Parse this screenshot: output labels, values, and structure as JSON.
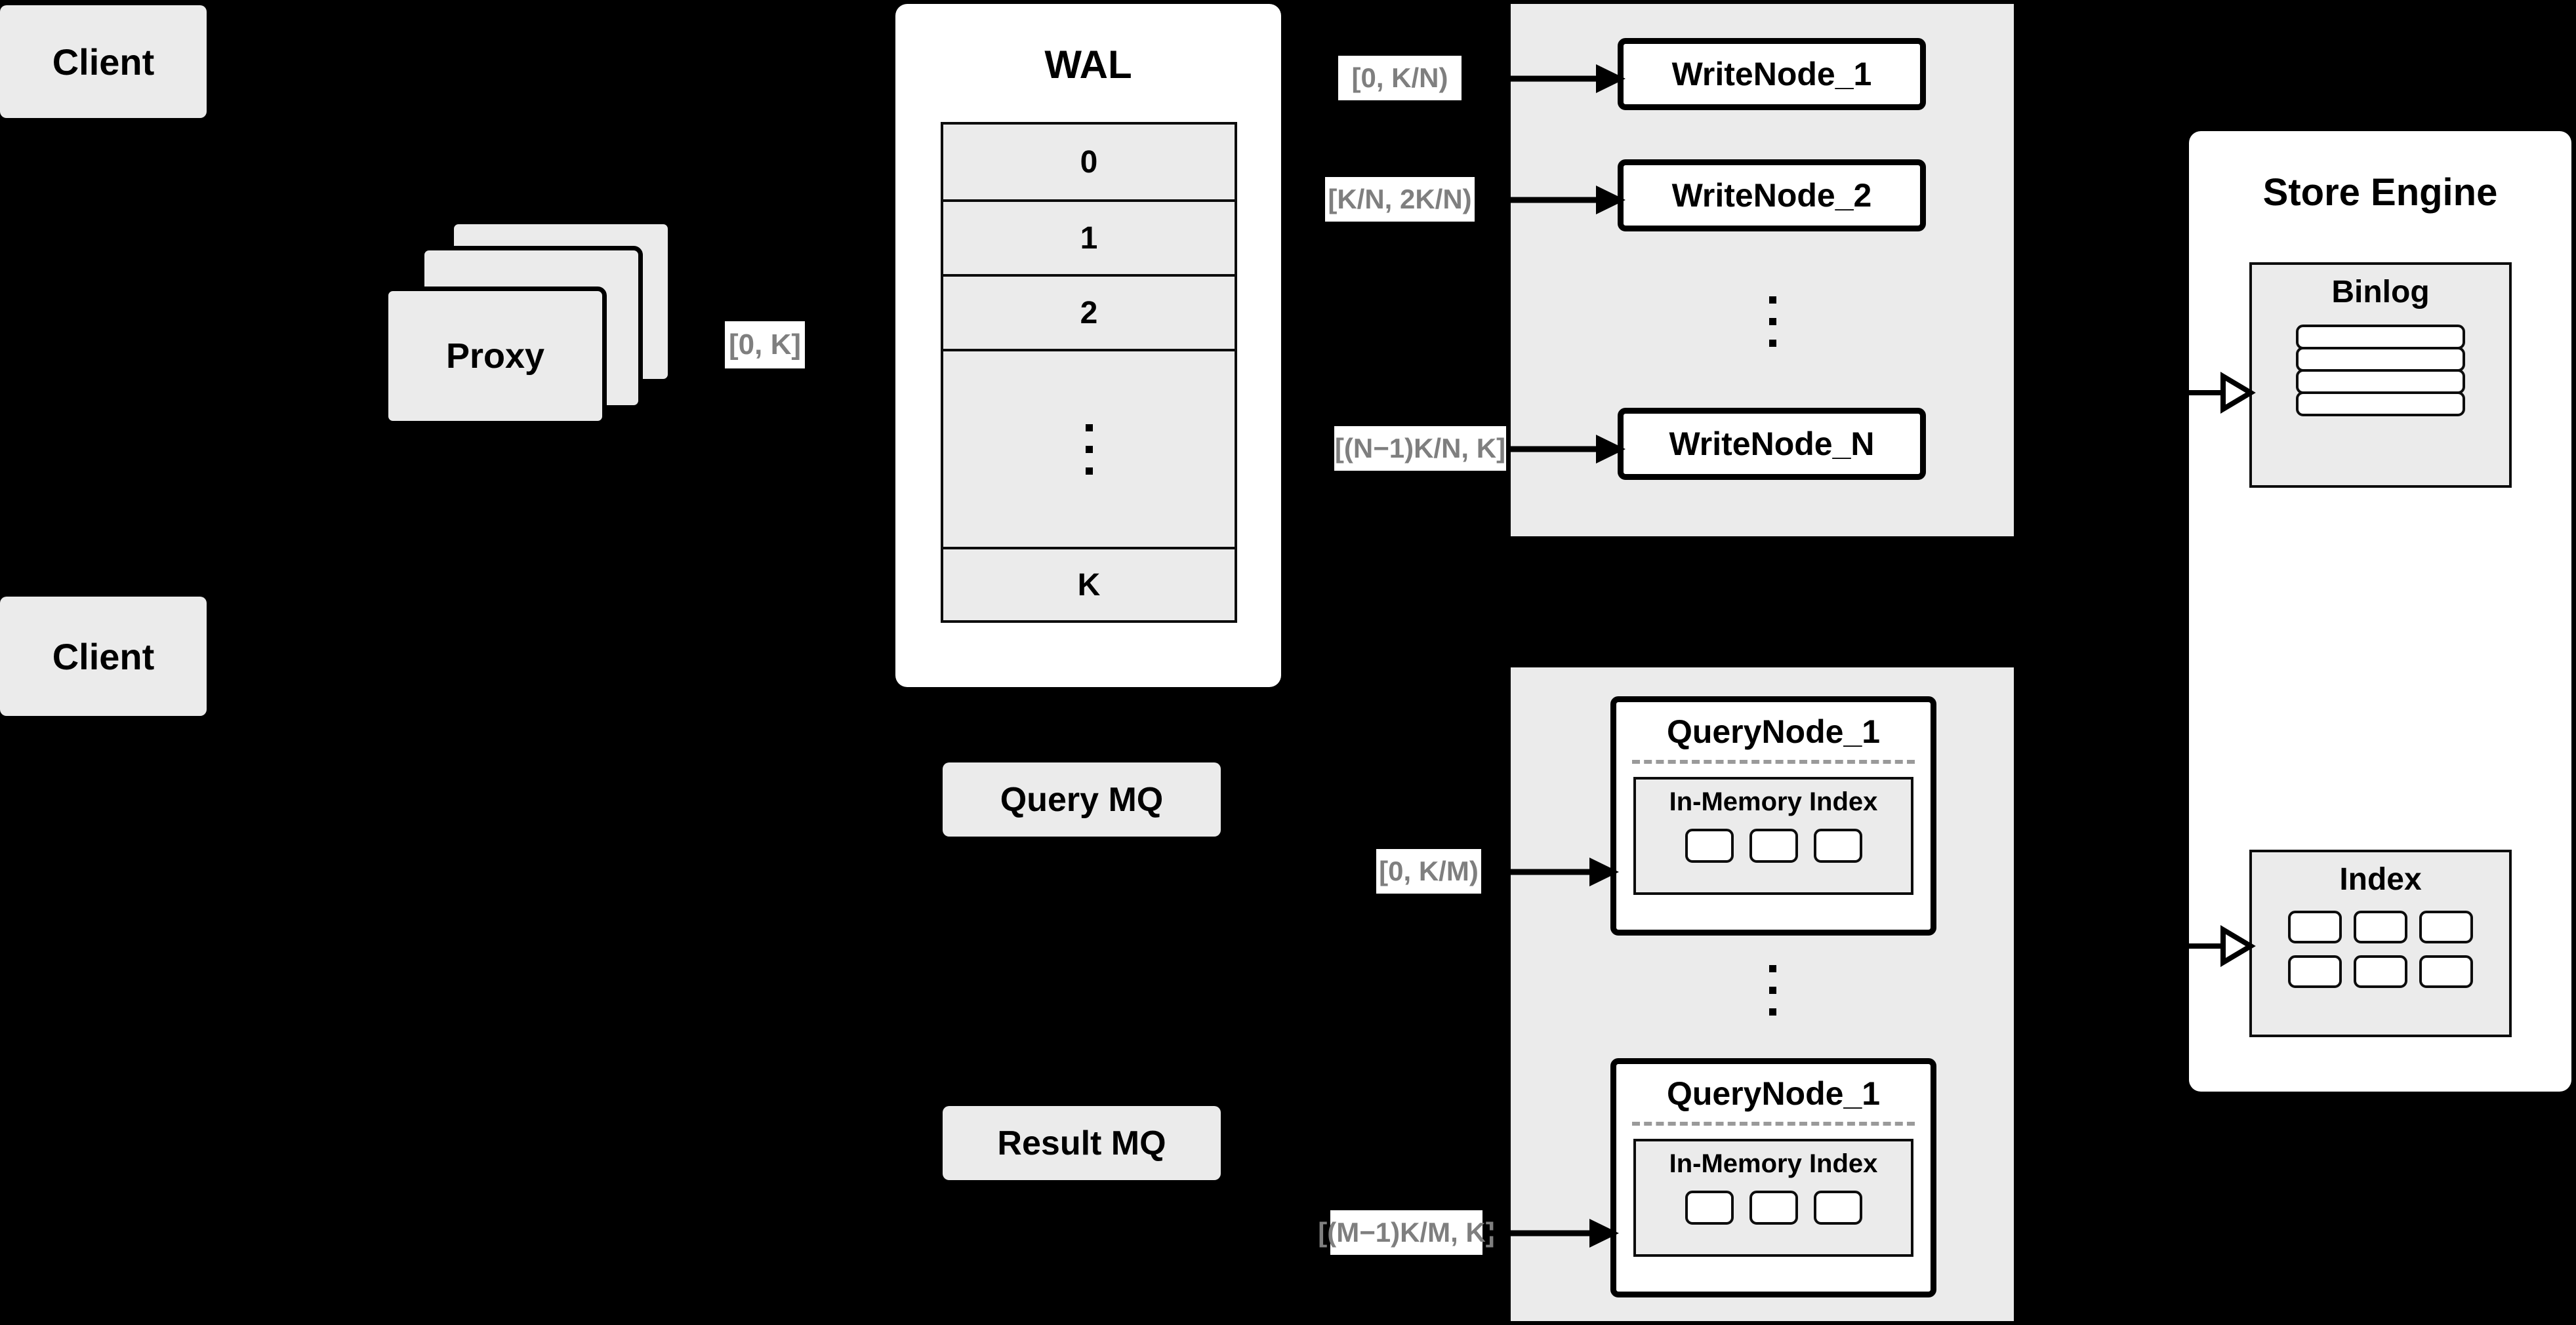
{
  "diagram": {
    "title": "Distributed Write/Query Architecture",
    "colors": {
      "background": "#000000",
      "box_fill": "#ebebeb",
      "panel_fill": "#ffffff",
      "stroke": "#000000",
      "label_text": "#7f7f7f",
      "dashed_divider": "#9a9a9a"
    }
  },
  "clients": [
    {
      "label": "Client"
    },
    {
      "label": "Client"
    }
  ],
  "proxy": {
    "label": "Proxy",
    "stack_count": 3
  },
  "wal": {
    "title": "WAL",
    "rows": [
      "0",
      "1",
      "2",
      "⋮",
      "K"
    ],
    "ellipsis_index": 3
  },
  "queues": [
    {
      "label": "Query MQ"
    },
    {
      "label": "Result MQ"
    }
  ],
  "write_group": {
    "nodes": [
      {
        "label": "WriteNode_1"
      },
      {
        "label": "WriteNode_2"
      },
      {
        "label": "WriteNode_N"
      }
    ],
    "ellipsis": "⋮"
  },
  "query_group": {
    "nodes": [
      {
        "label": "QueryNode_1",
        "index": {
          "title": "In-Memory Index",
          "chip_count": 3
        }
      },
      {
        "label": "QueryNode_1",
        "index": {
          "title": "In-Memory Index",
          "chip_count": 3
        }
      }
    ],
    "ellipsis": "⋮"
  },
  "store_engine": {
    "title": "Store Engine",
    "binlog": {
      "title": "Binlog",
      "row_count": 4
    },
    "index": {
      "title": "Index",
      "chip_count": 6
    }
  },
  "edge_labels": {
    "proxy_to_wal": "[0, K]",
    "write_1": "[0,  K/N)",
    "write_2": "[K/N, 2K/N)",
    "write_n": "[(N−1)K/N,  K]",
    "query_1": "[0, K/M)",
    "query_m": "[(M−1)K/M, K]"
  }
}
